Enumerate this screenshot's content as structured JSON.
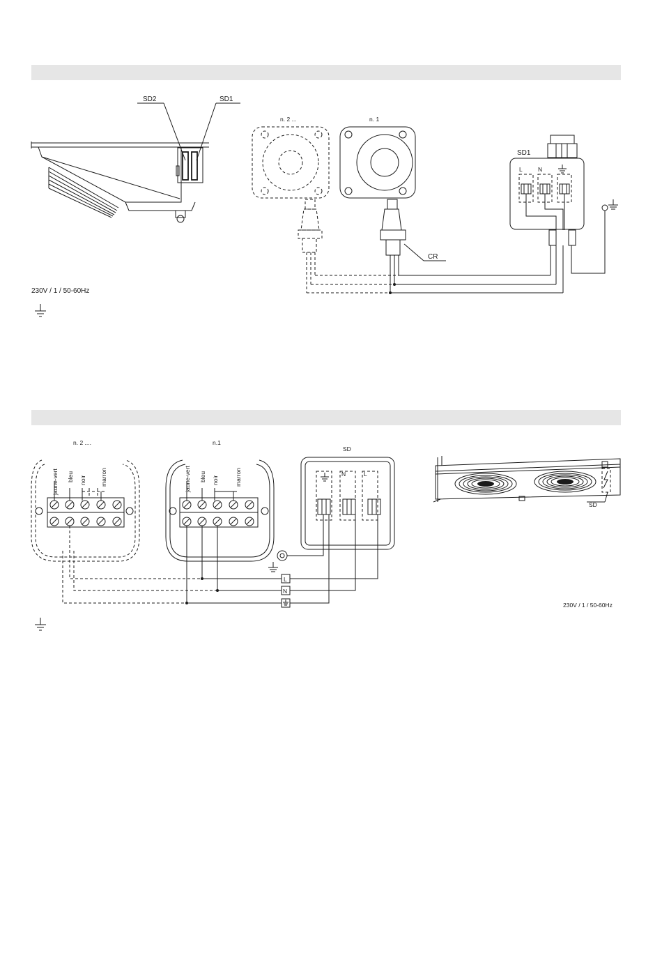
{
  "section1": {
    "labels": {
      "sd2": "SD2",
      "sd1_unit": "SD1",
      "fan_n2": "n. 2 ...",
      "fan_n1": "n. 1",
      "box_title": "SD1",
      "terminal_l": "L",
      "terminal_n": "N",
      "cable_ref": "CR",
      "supply": "230V / 1 / 50-60Hz"
    }
  },
  "section2": {
    "labels": {
      "fan_n2": "n. 2 ....",
      "fan_n1": "n.1",
      "box_title": "SD",
      "terminal_n": "N",
      "terminal_l": "L",
      "line_l": "L",
      "line_n": "N",
      "unit_sd": "SD",
      "supply": "230V / 1 / 50-60Hz"
    },
    "wire_colors": {
      "yellow_green": "jaune-vert",
      "blue": "bleu",
      "black": "noir",
      "brown": "marron"
    }
  },
  "icons": [
    "ground-icon",
    "lightning-icon"
  ]
}
